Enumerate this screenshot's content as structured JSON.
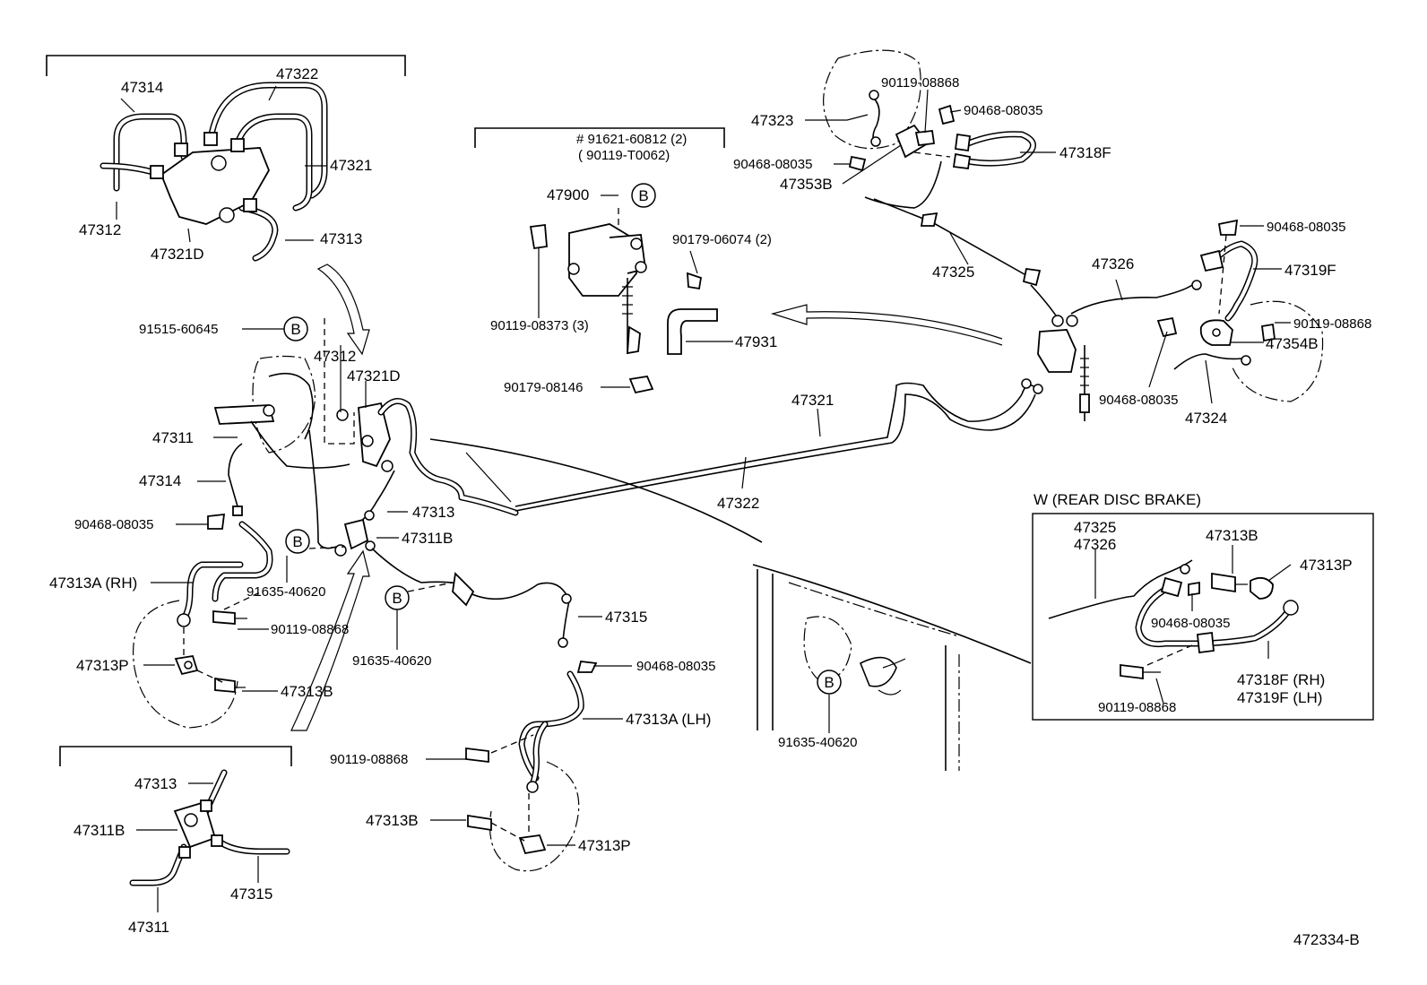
{
  "diagram": {
    "ref_code": "472334-B",
    "callout_letter": "B",
    "inset_title": "W (REAR DISC BRAKE)",
    "labels": [
      {
        "id": "a1",
        "text": "47314"
      },
      {
        "id": "a2",
        "text": "47322"
      },
      {
        "id": "a3",
        "text": "47321"
      },
      {
        "id": "a4",
        "text": "47312"
      },
      {
        "id": "a5",
        "text": "47321D"
      },
      {
        "id": "a6",
        "text": "47313"
      },
      {
        "id": "b1",
        "text": "91515-60645"
      },
      {
        "id": "b2",
        "text": "47312"
      },
      {
        "id": "b3",
        "text": "47321D"
      },
      {
        "id": "b4",
        "text": "47311"
      },
      {
        "id": "b5",
        "text": "47314"
      },
      {
        "id": "b6",
        "text": "47313"
      },
      {
        "id": "b7",
        "text": "90468-08035"
      },
      {
        "id": "b8",
        "text": "47311B"
      },
      {
        "id": "b9",
        "text": "47313A (RH)"
      },
      {
        "id": "b10",
        "text": "91635-40620"
      },
      {
        "id": "b11",
        "text": "90119-08868"
      },
      {
        "id": "b12",
        "text": "47313P"
      },
      {
        "id": "b13",
        "text": "47313B"
      },
      {
        "id": "b14",
        "text": "91635-40620"
      },
      {
        "id": "c1",
        "text": "47315"
      },
      {
        "id": "c2",
        "text": "90468-08035"
      },
      {
        "id": "c3",
        "text": "47313A (LH)"
      },
      {
        "id": "c4",
        "text": "90119-08868"
      },
      {
        "id": "c5",
        "text": "47313B"
      },
      {
        "id": "c6",
        "text": "47313P"
      },
      {
        "id": "d1",
        "text": "47313"
      },
      {
        "id": "d2",
        "text": "47311B"
      },
      {
        "id": "d3",
        "text": "47315"
      },
      {
        "id": "d4",
        "text": "47311"
      },
      {
        "id": "e1",
        "text": "# 91621-60812 (2)"
      },
      {
        "id": "e2",
        "text": "( 90119-T0062)"
      },
      {
        "id": "e3",
        "text": "47900"
      },
      {
        "id": "e4",
        "text": "90179-06074 (2)"
      },
      {
        "id": "e5",
        "text": "90119-08373 (3)"
      },
      {
        "id": "e6",
        "text": "47931"
      },
      {
        "id": "e7",
        "text": "90179-08146"
      },
      {
        "id": "f1",
        "text": "47321"
      },
      {
        "id": "f2",
        "text": "47322"
      },
      {
        "id": "f3",
        "text": "91635-40620"
      },
      {
        "id": "g1",
        "text": "90119-08868"
      },
      {
        "id": "g2",
        "text": "90468-08035"
      },
      {
        "id": "g3",
        "text": "47323"
      },
      {
        "id": "g4",
        "text": "47318F"
      },
      {
        "id": "g5",
        "text": "90468-08035"
      },
      {
        "id": "g6",
        "text": "47353B"
      },
      {
        "id": "g7",
        "text": "47325"
      },
      {
        "id": "g8",
        "text": "47326"
      },
      {
        "id": "g9",
        "text": "90468-08035"
      },
      {
        "id": "g10",
        "text": "47319F"
      },
      {
        "id": "g11",
        "text": "90119-08868"
      },
      {
        "id": "g12",
        "text": "47354B"
      },
      {
        "id": "g13",
        "text": "90468-08035"
      },
      {
        "id": "g14",
        "text": "47324"
      },
      {
        "id": "h1",
        "text": "47325"
      },
      {
        "id": "h2",
        "text": "47326"
      },
      {
        "id": "h3",
        "text": "47313B"
      },
      {
        "id": "h4",
        "text": "47313P"
      },
      {
        "id": "h5",
        "text": "90468-08035"
      },
      {
        "id": "h6",
        "text": "47318F (RH)"
      },
      {
        "id": "h7",
        "text": "47319F (LH)"
      },
      {
        "id": "h8",
        "text": "90119-08868"
      }
    ]
  }
}
